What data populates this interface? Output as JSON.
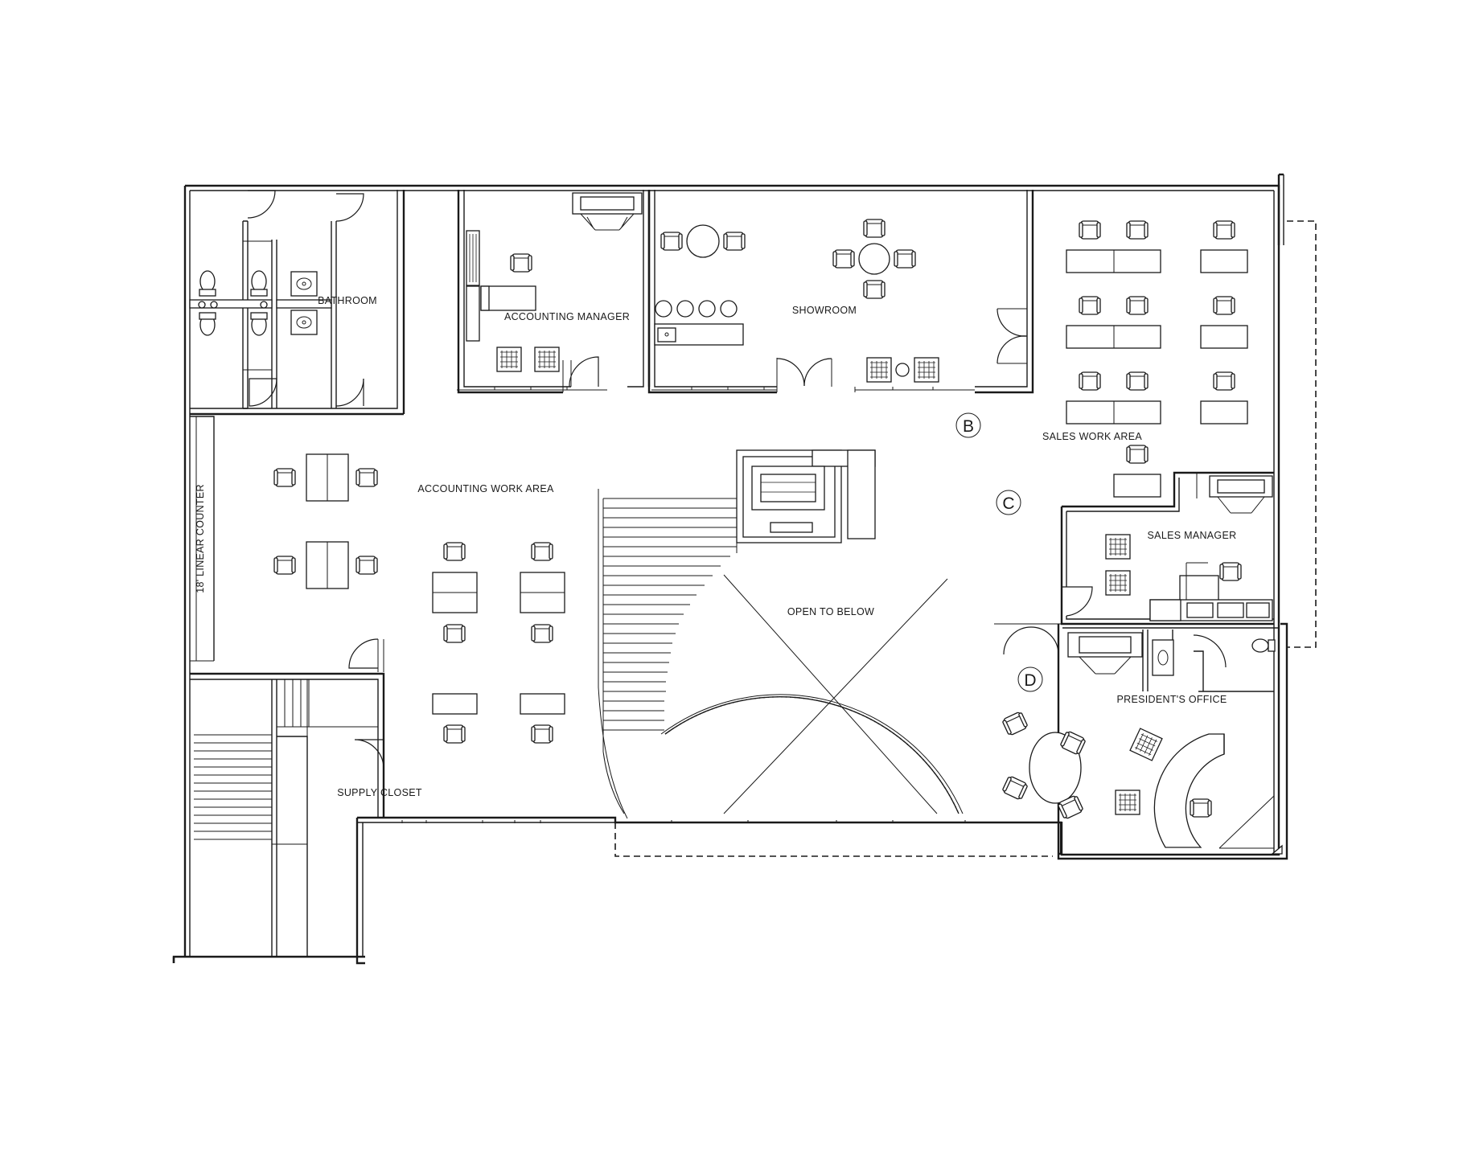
{
  "plan": {
    "rooms": {
      "bathroom": "BATHROOM",
      "accounting_manager": "ACCOUNTING MANAGER",
      "showroom": "SHOWROOM",
      "sales_work_area": "SALES WORK AREA",
      "accounting_work_area": "ACCOUNTING WORK AREA",
      "sales_manager": "SALES MANAGER",
      "open_to_below": "OPEN TO BELOW",
      "presidents_office": "PRESIDENT'S OFFICE",
      "supply_closet": "SUPPLY CLOSET",
      "linear_counter": "18' LINEAR COUNTER"
    },
    "markers": {
      "b": "B",
      "c": "C",
      "d": "D"
    },
    "colors": {
      "line": "#1a1a1a",
      "background": "#ffffff"
    }
  }
}
